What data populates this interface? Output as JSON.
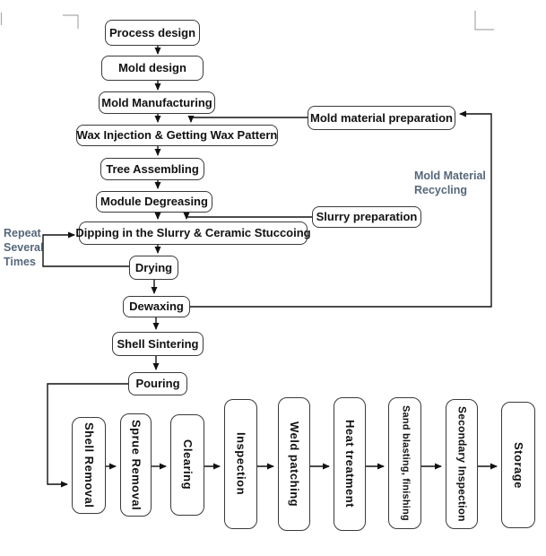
{
  "flowchart": {
    "nodes": {
      "process_design": "Process design",
      "mold_design": "Mold design",
      "mold_manufacturing": "Mold Manufacturing",
      "wax_injection": "Wax Injection & Getting Wax Pattern",
      "tree_assembling": "Tree Assembling",
      "module_degreasing": "Module Degreasing",
      "dipping": "Dipping in the Slurry & Ceramic Stuccoing",
      "drying": "Drying",
      "dewaxing": "Dewaxing",
      "shell_sintering": "Shell Sintering",
      "pouring": "Pouring",
      "mold_material_preparation": "Mold material preparation",
      "slurry_preparation": "Slurry preparation"
    },
    "finishing_steps": [
      "Shell Removal",
      "Sprue Removal",
      "Clearing",
      "Inspection",
      "Weld patching",
      "Heat treatment",
      "Sand blasting, finishing",
      "Secondary Inspection",
      "Storage"
    ],
    "annotations": {
      "repeat_loop_lines": [
        "Repeat",
        "Several",
        "Times"
      ],
      "recycling_lines": [
        "Mold Material",
        "Recycling"
      ]
    },
    "colors": {
      "annotation_text": "#56677b",
      "box_border": "#3a3a3a",
      "connector": "#111111"
    }
  }
}
